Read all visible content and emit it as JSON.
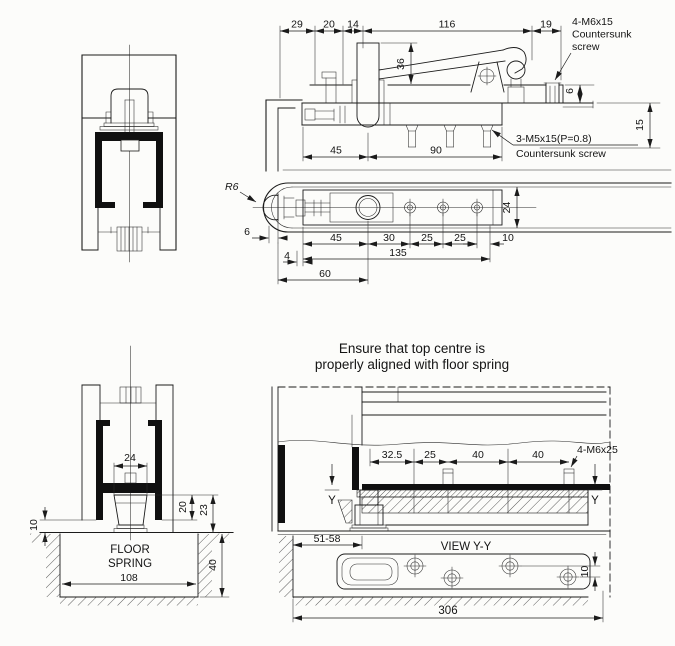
{
  "drawing": {
    "background": "#fcfcfa",
    "ink": "#1b1b1b",
    "views": {
      "top_section": {
        "dims": {
          "d29": "29",
          "d20": "20",
          "d14": "14",
          "d116": "116",
          "d19": "19",
          "d36": "36",
          "d45": "45",
          "d90": "90",
          "d6": "6",
          "d15": "15"
        },
        "screw_top": [
          "4-M6x15",
          "Countersunk",
          "screw"
        ],
        "screw_bottom": [
          "3-M5x15(P=0.8)",
          "Countersunk screw"
        ]
      },
      "plan": {
        "dims": {
          "r6": "R6",
          "d6": "6",
          "d4": "4",
          "d60": "60",
          "d45": "45",
          "d30": "30",
          "d25a": "25",
          "d25b": "25",
          "d10": "10",
          "d135": "135",
          "d24": "24"
        }
      },
      "floor_front": {
        "dims": {
          "d24": "24",
          "d20": "20",
          "d23": "23",
          "d10": "10",
          "d108": "108",
          "d40": "40"
        },
        "label": [
          "FLOOR",
          "SPRING"
        ]
      },
      "floor_side": {
        "note": [
          "Ensure that top centre is",
          "properly aligned with floor spring"
        ],
        "dims": {
          "d325": "32.5",
          "d25": "25",
          "d40a": "40",
          "d40b": "40",
          "range": "51-58",
          "d306": "306",
          "d10": "10"
        },
        "screw": "4-M6x25",
        "section_mark": "Y",
        "view_label": "VIEW Y-Y"
      }
    }
  }
}
